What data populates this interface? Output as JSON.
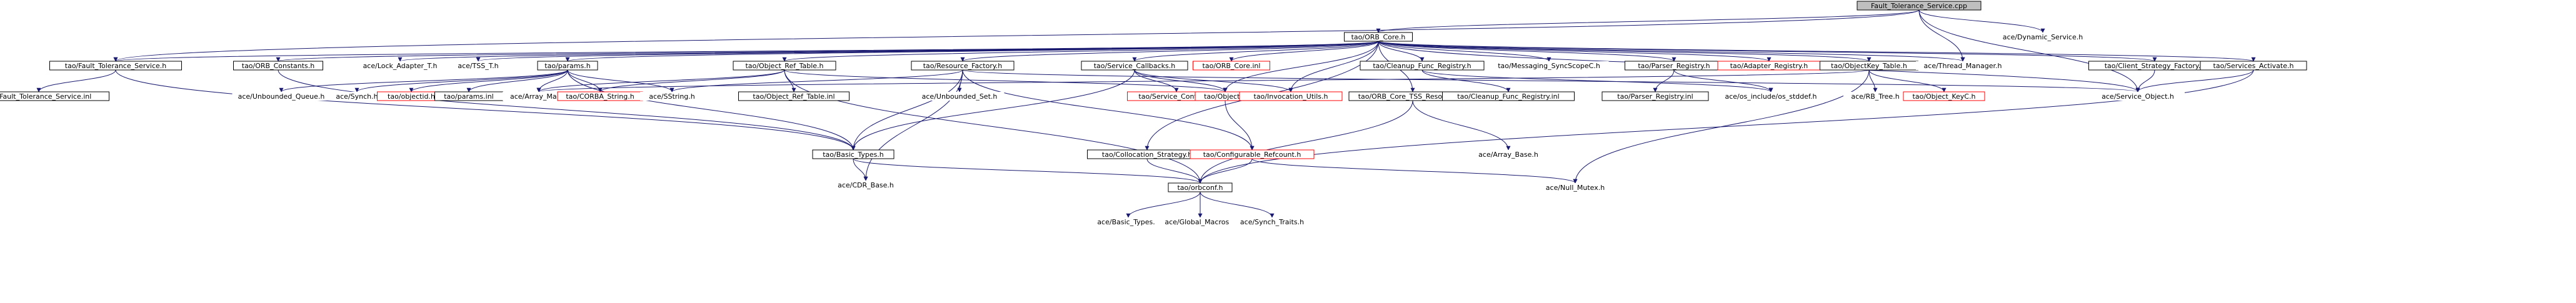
{
  "colors": {
    "edge": "#191970",
    "box_border_black": "#000000",
    "box_border_red": "#ff0000",
    "root_fill": "#bfbfbf",
    "background": "#ffffff"
  },
  "nodes": {
    "root": {
      "label": "Fault_Tolerance_Service.cpp",
      "style": "root"
    },
    "dyn": {
      "label": "ace/Dynamic_Service.h",
      "style": "plain"
    },
    "orbcore": {
      "label": "tao/ORB_Core.h",
      "style": "black"
    },
    "ftsh": {
      "label": "tao/Fault_Tolerance_Service.h",
      "style": "black"
    },
    "orbconst": {
      "label": "tao/ORB_Constants.h",
      "style": "black"
    },
    "lock": {
      "label": "ace/Lock_Adapter_T.h",
      "style": "plain"
    },
    "tss": {
      "label": "ace/TSS_T.h",
      "style": "plain"
    },
    "params": {
      "label": "tao/params.h",
      "style": "black"
    },
    "objref": {
      "label": "tao/Object_Ref_Table.h",
      "style": "black"
    },
    "resfac": {
      "label": "tao/Resource_Factory.h",
      "style": "black"
    },
    "svccb": {
      "label": "tao/Service_Callbacks.h",
      "style": "black"
    },
    "orbinl": {
      "label": "tao/ORB_Core.inl",
      "style": "red"
    },
    "cfreg": {
      "label": "tao/Cleanup_Func_Registry.h",
      "style": "black"
    },
    "msgsync": {
      "label": "tao/Messaging_SyncScopeC.h",
      "style": "plain"
    },
    "parser": {
      "label": "tao/Parser_Registry.h",
      "style": "black"
    },
    "adapter": {
      "label": "tao/Adapter_Registry.h",
      "style": "red"
    },
    "objkey": {
      "label": "tao/ObjectKey_Table.h",
      "style": "black"
    },
    "thrmgr": {
      "label": "ace/Thread_Manager.h",
      "style": "plain"
    },
    "csfac": {
      "label": "tao/Client_Strategy_Factory.h",
      "style": "black"
    },
    "svcact": {
      "label": "tao/Services_Activate.h",
      "style": "black"
    },
    "ftsinl": {
      "label": "tao/Fault_Tolerance_Service.inl",
      "style": "black"
    },
    "unbq": {
      "label": "ace/Unbounded_Queue.h",
      "style": "plain"
    },
    "synch": {
      "label": "ace/Synch.h",
      "style": "plain"
    },
    "objectid": {
      "label": "tao/objectid.h",
      "style": "red"
    },
    "paramsinl": {
      "label": "tao/params.inl",
      "style": "black"
    },
    "arrmap": {
      "label": "ace/Array_Map.h",
      "style": "plain"
    },
    "corbastr": {
      "label": "tao/CORBA_String.h",
      "style": "red"
    },
    "sstring": {
      "label": "ace/SString.h",
      "style": "plain"
    },
    "objrefinl": {
      "label": "tao/Object_Ref_Table.inl",
      "style": "black"
    },
    "unbset": {
      "label": "ace/Unbounded_Set.h",
      "style": "plain"
    },
    "svcctx": {
      "label": "tao/Service_Context.h",
      "style": "red"
    },
    "object": {
      "label": "tao/Object.h",
      "style": "red"
    },
    "invutil": {
      "label": "tao/Invocation_Utils.h",
      "style": "red"
    },
    "tssres": {
      "label": "tao/ORB_Core_TSS_Resources.h",
      "style": "black"
    },
    "cfreginl": {
      "label": "tao/Cleanup_Func_Registry.inl",
      "style": "black"
    },
    "parserinl": {
      "label": "tao/Parser_Registry.inl",
      "style": "black"
    },
    "osstddef": {
      "label": "ace/os_include/os_stddef.h",
      "style": "plain"
    },
    "rbtree": {
      "label": "ace/RB_Tree.h",
      "style": "plain"
    },
    "objkeyc": {
      "label": "tao/Object_KeyC.h",
      "style": "red"
    },
    "svcobj": {
      "label": "ace/Service_Object.h",
      "style": "plain"
    },
    "basic": {
      "label": "tao/Basic_Types.h",
      "style": "black"
    },
    "colloc": {
      "label": "tao/Collocation_Strategy.h",
      "style": "black"
    },
    "cfgref": {
      "label": "tao/Configurable_Refcount.h",
      "style": "red"
    },
    "arrbase": {
      "label": "ace/Array_Base.h",
      "style": "plain"
    },
    "cdrbase": {
      "label": "ace/CDR_Base.h",
      "style": "plain"
    },
    "orbconf": {
      "label": "tao/orbconf.h",
      "style": "black"
    },
    "nullmtx": {
      "label": "ace/Null_Mutex.h",
      "style": "plain"
    },
    "acebasic": {
      "label": "ace/Basic_Types.h",
      "style": "plain"
    },
    "globmac": {
      "label": "ace/Global_Macros.h",
      "style": "plain"
    },
    "synchtr": {
      "label": "ace/Synch_Traits.h",
      "style": "plain"
    }
  },
  "edges": [
    [
      "root",
      "dyn"
    ],
    [
      "root",
      "orbcore"
    ],
    [
      "root",
      "ftsh"
    ],
    [
      "root",
      "svcobj"
    ],
    [
      "root",
      "thrmgr"
    ],
    [
      "orbcore",
      "ftsh"
    ],
    [
      "orbcore",
      "orbconst"
    ],
    [
      "orbcore",
      "lock"
    ],
    [
      "orbcore",
      "tss"
    ],
    [
      "orbcore",
      "params"
    ],
    [
      "orbcore",
      "objref"
    ],
    [
      "orbcore",
      "resfac"
    ],
    [
      "orbcore",
      "svccb"
    ],
    [
      "orbcore",
      "orbinl"
    ],
    [
      "orbcore",
      "cfreg"
    ],
    [
      "orbcore",
      "msgsync"
    ],
    [
      "orbcore",
      "parser"
    ],
    [
      "orbcore",
      "adapter"
    ],
    [
      "orbcore",
      "objkey"
    ],
    [
      "orbcore",
      "thrmgr"
    ],
    [
      "orbcore",
      "csfac"
    ],
    [
      "orbcore",
      "svcact"
    ],
    [
      "orbcore",
      "colloc"
    ],
    [
      "orbcore",
      "tssres"
    ],
    [
      "orbcore",
      "object"
    ],
    [
      "orbcore",
      "invutil"
    ],
    [
      "orbcore",
      "svcobj"
    ],
    [
      "ftsh",
      "ftsinl"
    ],
    [
      "ftsh",
      "basic"
    ],
    [
      "orbconst",
      "basic"
    ],
    [
      "params",
      "unbq"
    ],
    [
      "params",
      "synch"
    ],
    [
      "params",
      "objectid"
    ],
    [
      "params",
      "paramsinl"
    ],
    [
      "params",
      "arrmap"
    ],
    [
      "params",
      "corbastr"
    ],
    [
      "params",
      "sstring"
    ],
    [
      "params",
      "basic"
    ],
    [
      "objref",
      "arrmap"
    ],
    [
      "objref",
      "corbastr"
    ],
    [
      "objref",
      "objrefinl"
    ],
    [
      "objref",
      "object"
    ],
    [
      "objref",
      "orbconf"
    ],
    [
      "resfac",
      "unbset"
    ],
    [
      "resfac",
      "basic"
    ],
    [
      "resfac",
      "cdrbase"
    ],
    [
      "resfac",
      "cfgref"
    ],
    [
      "resfac",
      "svcobj"
    ],
    [
      "resfac",
      "sstring"
    ],
    [
      "svccb",
      "svcctx"
    ],
    [
      "svccb",
      "object"
    ],
    [
      "svccb",
      "invutil"
    ],
    [
      "svccb",
      "basic"
    ],
    [
      "cfreg",
      "cfreginl"
    ],
    [
      "cfreg",
      "osstddef"
    ],
    [
      "parser",
      "parserinl"
    ],
    [
      "parser",
      "osstddef"
    ],
    [
      "objkey",
      "rbtree"
    ],
    [
      "objkey",
      "objkeyc"
    ],
    [
      "objkey",
      "nullmtx"
    ],
    [
      "objkey",
      "arrmap"
    ],
    [
      "csfac",
      "svcobj"
    ],
    [
      "svcact",
      "svcobj"
    ],
    [
      "svcact",
      "orbconf"
    ],
    [
      "object",
      "cfgref"
    ],
    [
      "tssres",
      "arrbase"
    ],
    [
      "tssres",
      "orbconf"
    ],
    [
      "basic",
      "cdrbase"
    ],
    [
      "basic",
      "orbconf"
    ],
    [
      "colloc",
      "orbconf"
    ],
    [
      "cfgref",
      "nullmtx"
    ],
    [
      "cfgref",
      "orbconf"
    ],
    [
      "orbconf",
      "acebasic"
    ],
    [
      "orbconf",
      "globmac"
    ],
    [
      "orbconf",
      "synchtr"
    ]
  ]
}
